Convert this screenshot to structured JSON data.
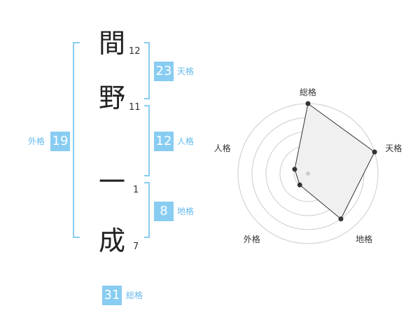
{
  "name": {
    "chars": [
      {
        "char": "間",
        "strokes": "12"
      },
      {
        "char": "野",
        "strokes": "11"
      },
      {
        "char": "一",
        "strokes": "1"
      },
      {
        "char": "成",
        "strokes": "7"
      }
    ]
  },
  "fortune": {
    "tenkaku": {
      "value": "23",
      "label": "天格"
    },
    "jinkaku": {
      "value": "12",
      "label": "人格"
    },
    "chikaku": {
      "value": "8",
      "label": "地格"
    },
    "gaikaku": {
      "value": "19",
      "label": "外格"
    },
    "soukaku": {
      "value": "31",
      "label": "総格"
    }
  },
  "colors": {
    "accent": "#88ccf2",
    "label": "#66bbee",
    "text": "#333333"
  },
  "chart_data": {
    "type": "radar",
    "axes": [
      "総格",
      "天格",
      "地格",
      "外格",
      "人格"
    ],
    "values": [
      5,
      5,
      4,
      1,
      1
    ],
    "max": 5,
    "rings": 5
  }
}
